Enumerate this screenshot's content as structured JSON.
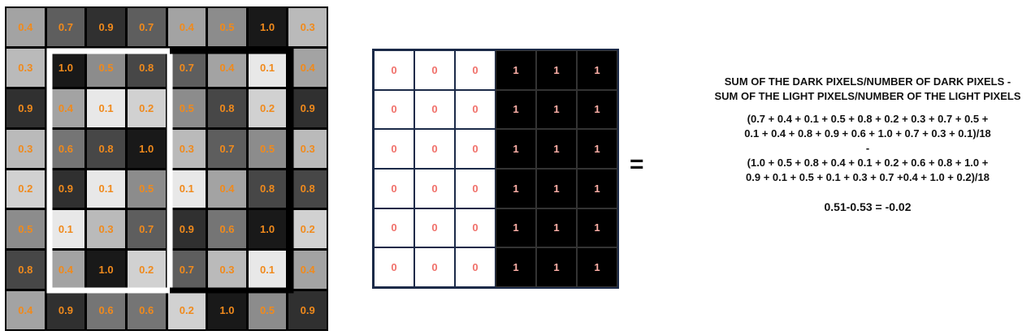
{
  "grid8": {
    "rows": [
      [
        "0.4",
        "0.7",
        "0.9",
        "0.7",
        "0.4",
        "0.5",
        "1.0",
        "0.3"
      ],
      [
        "0.3",
        "1.0",
        "0.5",
        "0.8",
        "0.7",
        "0.4",
        "0.1",
        "0.4"
      ],
      [
        "0.9",
        "0.4",
        "0.1",
        "0.2",
        "0.5",
        "0.8",
        "0.2",
        "0.9"
      ],
      [
        "0.3",
        "0.6",
        "0.8",
        "1.0",
        "0.3",
        "0.7",
        "0.5",
        "0.3"
      ],
      [
        "0.2",
        "0.9",
        "0.1",
        "0.5",
        "0.1",
        "0.4",
        "0.8",
        "0.8"
      ],
      [
        "0.5",
        "0.1",
        "0.3",
        "0.7",
        "0.9",
        "0.6",
        "1.0",
        "0.2"
      ],
      [
        "0.8",
        "0.4",
        "1.0",
        "0.2",
        "0.7",
        "0.3",
        "0.1",
        "0.4"
      ],
      [
        "0.4",
        "0.9",
        "0.6",
        "0.6",
        "0.2",
        "1.0",
        "0.5",
        "0.9"
      ]
    ],
    "text_color": "#f08a1c"
  },
  "grid6": {
    "rows": [
      [
        "0",
        "0",
        "0",
        "1",
        "1",
        "1"
      ],
      [
        "0",
        "0",
        "0",
        "1",
        "1",
        "1"
      ],
      [
        "0",
        "0",
        "0",
        "1",
        "1",
        "1"
      ],
      [
        "0",
        "0",
        "0",
        "1",
        "1",
        "1"
      ],
      [
        "0",
        "0",
        "0",
        "1",
        "1",
        "1"
      ],
      [
        "0",
        "0",
        "0",
        "1",
        "1",
        "1"
      ]
    ],
    "light_color": "#ffffff",
    "dark_color": "#000000"
  },
  "equals_sign": "=",
  "formula": {
    "heading1": "SUM OF THE DARK PIXELS/NUMBER OF DARK PIXELS -",
    "heading2": "SUM OF THE LIGHT PIXELS/NUMBER OF THE LIGHT PIXELS",
    "dark_line1": "(0.7 + 0.4 + 0.1 + 0.5 + 0.8 + 0.2 + 0.3 + 0.7 + 0.5 +",
    "dark_line2": "0.1 + 0.4 + 0.8 + 0.9 + 0.6 + 1.0 + 0.7 + 0.3 + 0.1)/18",
    "minus": "-",
    "light_line1": "(1.0 + 0.5 + 0.8 + 0.4 + 0.1 + 0.2 + 0.6 + 0.8 + 1.0 +",
    "light_line2": "0.9 + 0.1 + 0.5 + 0.1 + 0.3 + 0.7 +0.4 + 1.0 + 0.2)/18",
    "result": "0.51-0.53 = -0.02"
  }
}
